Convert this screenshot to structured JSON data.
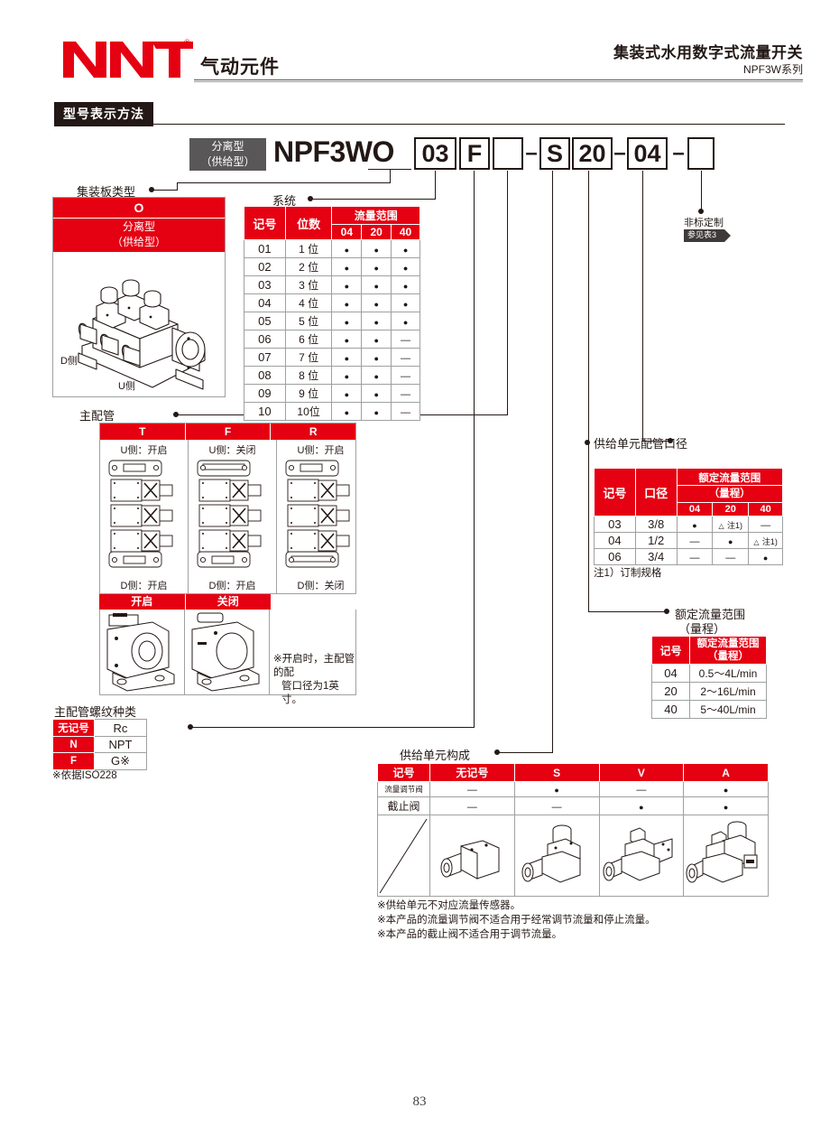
{
  "header": {
    "brand": "NNT",
    "brand_reg": "®",
    "brand_sub": "气动元件",
    "title": "集装式水用数字式流量开关",
    "subtitle": "NPF3W系列"
  },
  "section": {
    "title": "型号表示方法"
  },
  "model_code": {
    "type_label_line1": "分离型",
    "type_label_line2": "（供给型）",
    "base": "NPF3WO",
    "boxes": [
      {
        "value": "03"
      },
      {
        "value": "F"
      },
      {
        "value": ""
      },
      {
        "value": "S"
      },
      {
        "value": "20"
      },
      {
        "value": "04"
      },
      {
        "value": ""
      }
    ],
    "dash1": "–",
    "dash2": "–",
    "dash3": "–"
  },
  "custom_tag": {
    "label": "非标定制",
    "badge": "参见表3"
  },
  "manifold": {
    "caption": "集装板类型",
    "symbol": "O",
    "name_line1": "分离型",
    "name_line2": "（供给型）",
    "side_d": "D侧",
    "side_u": "U侧"
  },
  "system": {
    "caption": "系统",
    "headers": {
      "mark": "记号",
      "positions": "位数",
      "flow_range": "流量范围",
      "c04": "04",
      "c20": "20",
      "c40": "40"
    },
    "rows": [
      {
        "mark": "01",
        "pos": "1 位",
        "f04": "dot",
        "f20": "dot",
        "f40": "dot"
      },
      {
        "mark": "02",
        "pos": "2 位",
        "f04": "dot",
        "f20": "dot",
        "f40": "dot"
      },
      {
        "mark": "03",
        "pos": "3 位",
        "f04": "dot",
        "f20": "dot",
        "f40": "dot"
      },
      {
        "mark": "04",
        "pos": "4 位",
        "f04": "dot",
        "f20": "dot",
        "f40": "dot"
      },
      {
        "mark": "05",
        "pos": "5 位",
        "f04": "dot",
        "f20": "dot",
        "f40": "dot"
      },
      {
        "mark": "06",
        "pos": "6 位",
        "f04": "dot",
        "f20": "dot",
        "f40": "dash"
      },
      {
        "mark": "07",
        "pos": "7 位",
        "f04": "dot",
        "f20": "dot",
        "f40": "dash"
      },
      {
        "mark": "08",
        "pos": "8 位",
        "f04": "dot",
        "f20": "dot",
        "f40": "dash"
      },
      {
        "mark": "09",
        "pos": "9 位",
        "f04": "dot",
        "f20": "dot",
        "f40": "dash"
      },
      {
        "mark": "10",
        "pos": "10位",
        "f04": "dot",
        "f20": "dot",
        "f40": "dash"
      }
    ]
  },
  "main_pipe": {
    "caption": "主配管",
    "columns": [
      {
        "code": "T",
        "u_side": "U侧：开启",
        "d_side": "D侧：开启",
        "state": "开启"
      },
      {
        "code": "F",
        "u_side": "U侧：关闭",
        "d_side": "D侧：开启",
        "state": "关闭"
      },
      {
        "code": "R",
        "u_side": "U侧：开启",
        "d_side": "D侧：关闭",
        "state": ""
      }
    ],
    "note": "※开启时，主配管的配\n  管口径为1英寸。",
    "note_line1": "※开启时，主配管的配",
    "note_line2": "管口径为1英寸。"
  },
  "thread": {
    "caption": "主配管螺纹种类",
    "rows": [
      {
        "mark": "无记号",
        "value": "Rc"
      },
      {
        "mark": "N",
        "value": "NPT"
      },
      {
        "mark": "F",
        "value": "G※"
      }
    ],
    "note": "※依据ISO228"
  },
  "supply_port": {
    "caption": "供给单元配管口径",
    "headers": {
      "mark": "记号",
      "bore": "口径",
      "rated_line1": "额定流量范围",
      "rated_line2": "（量程）",
      "c04": "04",
      "c20": "20",
      "c40": "40"
    },
    "rows": [
      {
        "mark": "03",
        "bore": "3/8",
        "f04": "dot",
        "f20": "tri",
        "f40": "dash"
      },
      {
        "mark": "04",
        "bore": "1/2",
        "f04": "dash",
        "f20": "dot",
        "f40": "tri"
      },
      {
        "mark": "06",
        "bore": "3/4",
        "f04": "dash",
        "f20": "dash",
        "f40": "dot"
      }
    ],
    "tri_label": "注1)",
    "note": "注1）订制规格"
  },
  "rated_flow": {
    "caption_line1": "额定流量范围",
    "caption_line2": "（量程）",
    "headers": {
      "mark": "记号",
      "range_line1": "额定流量范围",
      "range_line2": "（量程）"
    },
    "rows": [
      {
        "mark": "04",
        "range": "0.5～4L/min"
      },
      {
        "mark": "20",
        "range": "2～16L/min"
      },
      {
        "mark": "40",
        "range": "5～40L/min"
      }
    ]
  },
  "supply_unit": {
    "caption": "供给单元构成",
    "headers": [
      "记号",
      "无记号",
      "S",
      "V",
      "A"
    ],
    "row_labels": [
      "流量调节阀",
      "截止阀"
    ],
    "rows": [
      {
        "label": "流量调节阀",
        "cells": [
          "dash",
          "dot",
          "dash",
          "dot"
        ]
      },
      {
        "label": "截止阀",
        "cells": [
          "dash",
          "dash",
          "dot",
          "dot"
        ]
      }
    ],
    "notes": [
      "※供给单元不对应流量传感器。",
      "※本产品的流量调节阀不适合用于经常调节流量和停止流量。",
      "※本产品的截止阀不适合用于调节流量。"
    ]
  },
  "footer": {
    "page": "83"
  },
  "colors": {
    "red": "#e50012",
    "dark": "#231815",
    "gray": "#595757"
  }
}
